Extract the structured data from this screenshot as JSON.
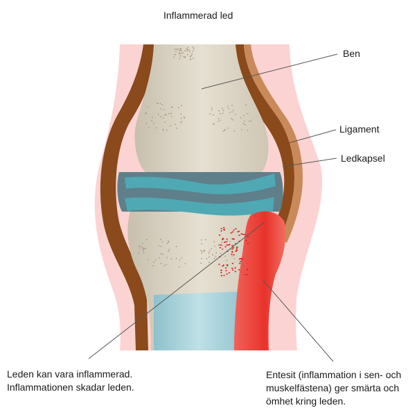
{
  "title": "Inflammerad led",
  "labels": {
    "bone": "Ben",
    "ligament": "Ligament",
    "capsule": "Ledkapsel"
  },
  "captions": {
    "joint": [
      "Leden kan vara inflammerad.",
      "Inflammationen skadar leden."
    ],
    "enthesitis": [
      "Entesit (inflammation i sen- och",
      "muskelfästena) ger smärta och",
      "ömhet kring leden."
    ]
  },
  "colors": {
    "skin": "#fbd3d2",
    "ligament": "#8a4a1c",
    "capsule": "#c98a5a",
    "bone": "#d9d1c0",
    "cartilage": "#4fa9b4",
    "joint_space": "#5f7f8a",
    "marrow": "#a6cfd8",
    "inflammation": "#e8332a",
    "dots": "#d42020"
  }
}
